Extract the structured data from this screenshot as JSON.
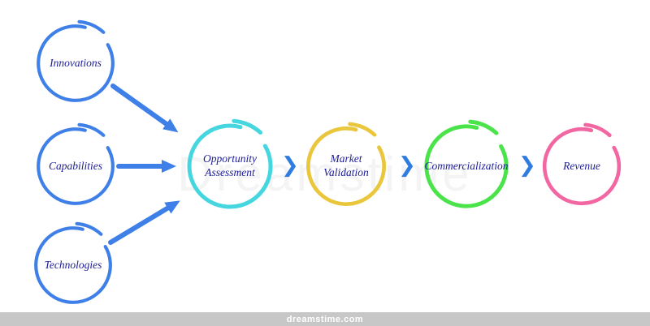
{
  "watermark": {
    "text": "Dreamstime"
  },
  "footer": {
    "brand": "dreamstime.com"
  },
  "diagram": {
    "arrow_color": "#3e7fe8",
    "label_color": "#1c1c96",
    "chevron": "❯",
    "inputs": [
      {
        "label": "Innovations",
        "color": "#3e7fe8"
      },
      {
        "label": "Capabilities",
        "color": "#3e7fe8"
      },
      {
        "label": "Technologies",
        "color": "#3e7fe8"
      }
    ],
    "stages": [
      {
        "label": "Opportunity Assessment",
        "color": "#45d6e0"
      },
      {
        "label": "Market Validation",
        "color": "#e9c63b"
      },
      {
        "label": "Commercialization",
        "color": "#4ae34a"
      },
      {
        "label": "Revenue",
        "color": "#f266a2"
      }
    ]
  }
}
